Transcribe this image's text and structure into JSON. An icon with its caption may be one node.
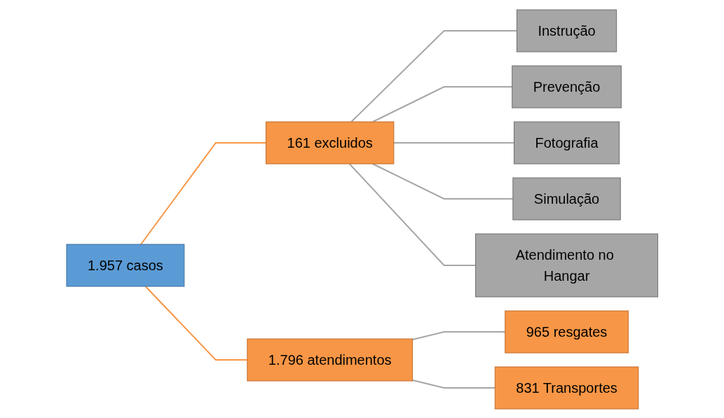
{
  "diagram": {
    "nodes": [
      {
        "text": [
          "1.957 casos"
        ]
      },
      {
        "text": [
          "161 excluidos"
        ]
      },
      {
        "text": [
          "Instrução"
        ]
      },
      {
        "text": [
          "Prevenção"
        ]
      },
      {
        "text": [
          "Fotografia"
        ]
      },
      {
        "text": [
          "Simulação"
        ]
      },
      {
        "text": [
          "Atendimento no Hangar"
        ]
      },
      {
        "text": [
          "1.796 atendimentos"
        ]
      },
      {
        "text": [
          "965 resgates"
        ]
      },
      {
        "text": [
          "831 Transportes"
        ]
      }
    ],
    "edges": [
      {
        "from": 0,
        "to": 1,
        "arrow": "none",
        "color": "#f79646"
      },
      {
        "from": 0,
        "to": 7,
        "arrow": "none",
        "color": "#f79646"
      },
      {
        "from": 1,
        "to": 2,
        "arrow": "none"
      },
      {
        "from": 1,
        "to": 3,
        "arrow": "none"
      },
      {
        "from": 1,
        "to": 4,
        "arrow": "none"
      },
      {
        "from": 1,
        "to": 5,
        "arrow": "none"
      },
      {
        "from": 1,
        "to": 6,
        "arrow": "none"
      },
      {
        "from": 7,
        "to": 8,
        "arrow": "none"
      },
      {
        "from": 7,
        "to": 9,
        "arrow": "none"
      }
    ]
  }
}
